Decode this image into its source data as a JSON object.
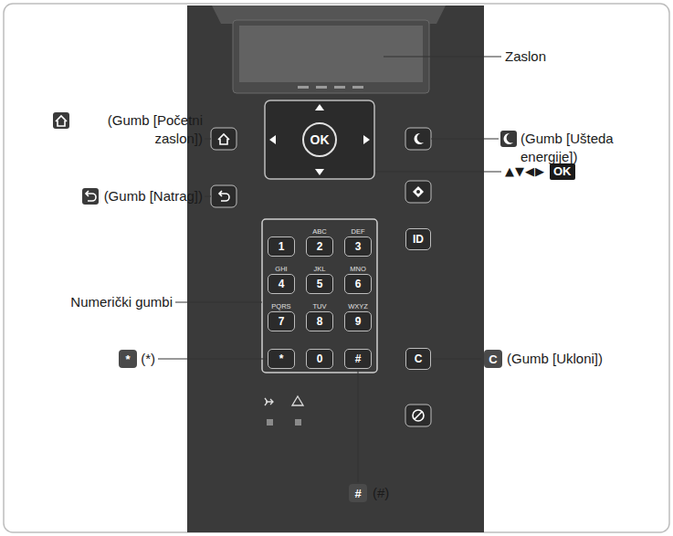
{
  "diagram": {
    "labels": [
      "Zaslon",
      "(Gumb [Početni zaslon])",
      "(Gumb [Ušteda energije])",
      "▲▼◀▶",
      "OK",
      "(Gumb [Natrag])",
      "Numerički gumbi",
      "*",
      "(*)",
      "C",
      "(Gumb [Ukloni])",
      "#",
      "(#)",
      "OK",
      "ID",
      "C",
      "ABC",
      "DEF",
      "1",
      "2",
      "3",
      "GHI",
      "JKL",
      "MNO",
      "4",
      "5",
      "6",
      "PQRS",
      "TUV",
      "WXYZ",
      "7",
      "8",
      "9",
      "*",
      "0",
      "#"
    ]
  }
}
